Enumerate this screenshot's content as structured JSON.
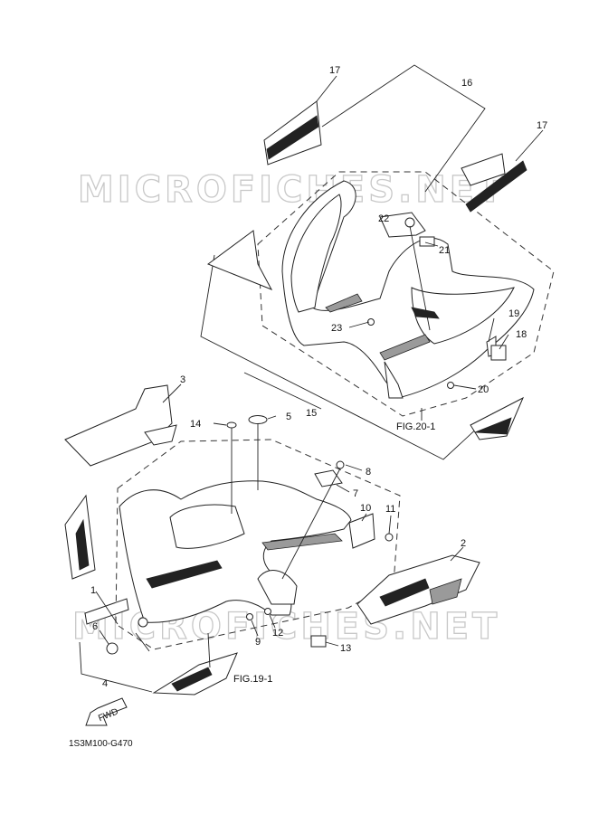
{
  "watermark": {
    "top": "MICROFICHES.NET",
    "bottom": "MICROFICHES.NET"
  },
  "callouts": [
    "1",
    "2",
    "3",
    "4",
    "5",
    "6",
    "7",
    "8",
    "9",
    "10",
    "11",
    "12",
    "13",
    "14",
    "15",
    "16",
    "17",
    "17",
    "18",
    "19",
    "20",
    "21",
    "22",
    "23"
  ],
  "figures": {
    "fig20": "FIG.20-1",
    "fig19": "FIG.19-1"
  },
  "fwd_label": "FWD",
  "diagram_code": "1S3M100-G470"
}
